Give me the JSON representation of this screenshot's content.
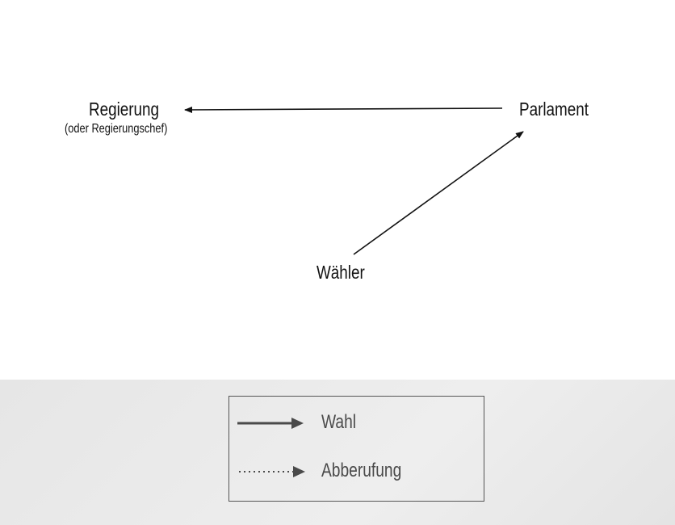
{
  "nodes": {
    "government": {
      "label": "Regierung",
      "sublabel": "(oder Regierungschef)"
    },
    "parliament": {
      "label": "Parlament"
    },
    "voters": {
      "label": "Wähler"
    }
  },
  "edges": [
    {
      "from": "Parlament",
      "to": "Regierung",
      "type": "Wahl"
    },
    {
      "from": "Wähler",
      "to": "Parlament",
      "type": "Wahl"
    }
  ],
  "legend": {
    "items": [
      {
        "label": "Wahl",
        "style": "solid"
      },
      {
        "label": "Abberufung",
        "style": "dotted"
      }
    ]
  },
  "colors": {
    "line": "#111111",
    "legend": "#555555",
    "background_bottom": "#e8e8e8"
  }
}
